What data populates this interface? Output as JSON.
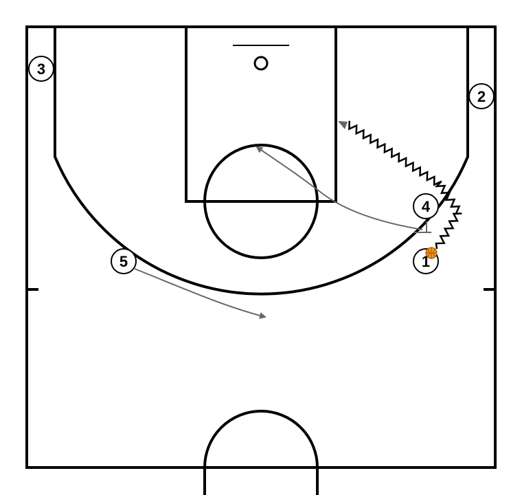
{
  "diagram": {
    "colors": {
      "court_line": "#000000",
      "move_line": "#666666",
      "dribble_line": "#000000",
      "ball": "#F7941D",
      "player_fill": "#ffffff"
    },
    "players": [
      {
        "label": "1",
        "has_ball": true
      },
      {
        "label": "2",
        "has_ball": false
      },
      {
        "label": "3",
        "has_ball": false
      },
      {
        "label": "4",
        "has_ball": false
      },
      {
        "label": "5",
        "has_ball": false
      }
    ],
    "actions": [
      {
        "kind": "cut",
        "player": "4"
      },
      {
        "kind": "cut",
        "player": "5"
      },
      {
        "kind": "dribble",
        "player": "1"
      }
    ]
  }
}
